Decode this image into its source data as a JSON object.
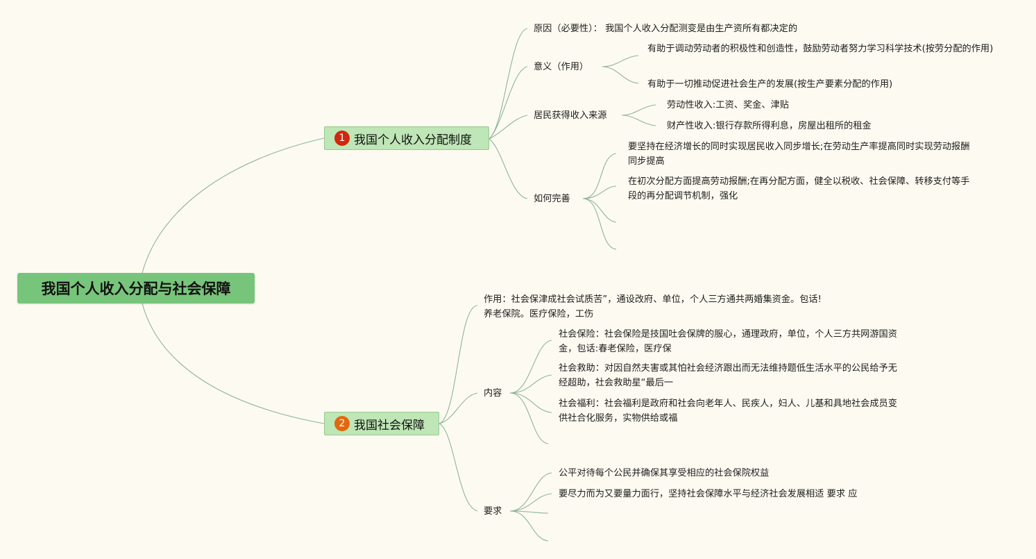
{
  "root": {
    "title": "我国个人收入分配与社会保障"
  },
  "branch1": {
    "number": "1",
    "title": "我国个人收入分配制度",
    "badge_color": "#d1260f",
    "cause": "原因（必要性）： 我国个人收入分配测变是由生产资所有都决定的",
    "significance": {
      "label": "意义（作用）",
      "items": [
        "有助于调动劳动者的积极性和创造性，鼓励劳动者努力学习科学技术(按劳分配的作用)",
        "有助于一切推动促进社会生产的发展(按生产要素分配的作用)"
      ]
    },
    "sources": {
      "label": "居民获得收入来源",
      "items": [
        "劳动性收入:工资、奖金、津贴",
        "财产性收入:银行存款所得利息，房屋出租所的租金"
      ]
    },
    "improve": {
      "label": "如何完善",
      "items": [
        "要坚持在经济增长的同时实现居民收入同步增长;在劳动生产率提高同时实现劳动报酬同步提高",
        "在初次分配方面提高劳动报酬;在再分配方面，健全以税收、社会保障、转移支付等手段的再分配调节机制，强化"
      ]
    }
  },
  "branch2": {
    "number": "2",
    "title": "我国社会保障",
    "badge_color": "#e2680f",
    "role": "作用：社会保津成社会试质苦”，通设改府、单位，个人三方通共两婚集资金。包话!养老保院。医疗保险，工伤",
    "content": {
      "label": "内容",
      "items": [
        "社会保险：社会保险是技国吐会保牌的服心，通理政府，单位，个人三方共网游国资金，包话:春老保险，医疗保",
        "社会救助：对因自然夫害或其怕社会经济跟出而无法维持题低生活水平的公民给予无经超助，社会救助星“最后一",
        "社会福利：社会福利是政府和社会向老年人、民疾人，妇人、儿基和具地社会成员变供社合化服务，实物供给或福"
      ]
    },
    "requirements": {
      "label": "要求",
      "items": [
        "公平对待每个公民并确保其享受相应的社会保院权益",
        "要尽力而为又要量力面行，坚持社会保障水平与经济社会发展相适 要求 应"
      ]
    }
  },
  "colors": {
    "background": "#fdfbf1",
    "root_fill": "#77c57a",
    "branch_fill": "#bfe6b6",
    "connector": "#8fb39a"
  }
}
